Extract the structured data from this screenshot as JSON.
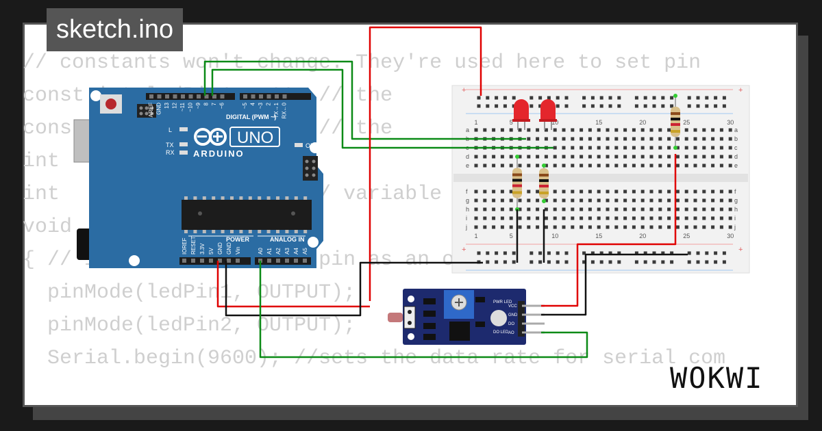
{
  "title": "sketch.ino",
  "logo": "WOKWI",
  "code_lines": [
    "// constants won't change. They're used here to set pin",
    "const int ledPin1 = 11; // the",
    "const int ledPin2 = 10; // the",
    "int",
    "int                    // variable",
    "void",
    "{ // initialize the LED pin as an output:",
    "  pinMode(ledPin1, OUTPUT);",
    "  pinMode(ledPin2, OUTPUT);",
    "  Serial.begin(9600); //sets the data rate for serial com"
  ],
  "arduino": {
    "name": "UNO",
    "brand": "ARDUINO",
    "digital_label": "DIGITAL (PWM ~)",
    "power_label": "POWER",
    "analog_label": "ANALOG IN",
    "on_label": "ON",
    "l_label": "L",
    "tx_label": "TX",
    "rx_label": "RX",
    "digital_pins": [
      "AREF",
      "GND",
      "13",
      "12",
      "~11",
      "~10",
      "~9",
      "8",
      "7",
      "~6",
      "~5",
      "4",
      "~3",
      "2",
      "TX→1",
      "RX←0"
    ],
    "power_pins": [
      "IOREF",
      "RESET",
      "3.3V",
      "5V",
      "GND",
      "GND",
      "Vin"
    ],
    "analog_pins": [
      "A0",
      "A1",
      "A2",
      "A3",
      "A4",
      "A5"
    ]
  },
  "breadboard": {
    "col_numbers": [
      "1",
      "5",
      "10",
      "15",
      "20",
      "25",
      "30"
    ],
    "row_letters_top": [
      "a",
      "b",
      "c",
      "d",
      "e"
    ],
    "row_letters_bottom": [
      "f",
      "g",
      "h",
      "i",
      "j"
    ]
  },
  "sensor": {
    "pins": [
      "VCC",
      "GND",
      "DO",
      "AO"
    ],
    "labels": [
      "PWR LED",
      "DO LED"
    ]
  },
  "colors": {
    "board": "#2b6ca3",
    "wire_red": "#e00000",
    "wire_green": "#0a8a16",
    "wire_black": "#111111",
    "sensor": "#1d2a6e",
    "led": "#e4262c"
  }
}
